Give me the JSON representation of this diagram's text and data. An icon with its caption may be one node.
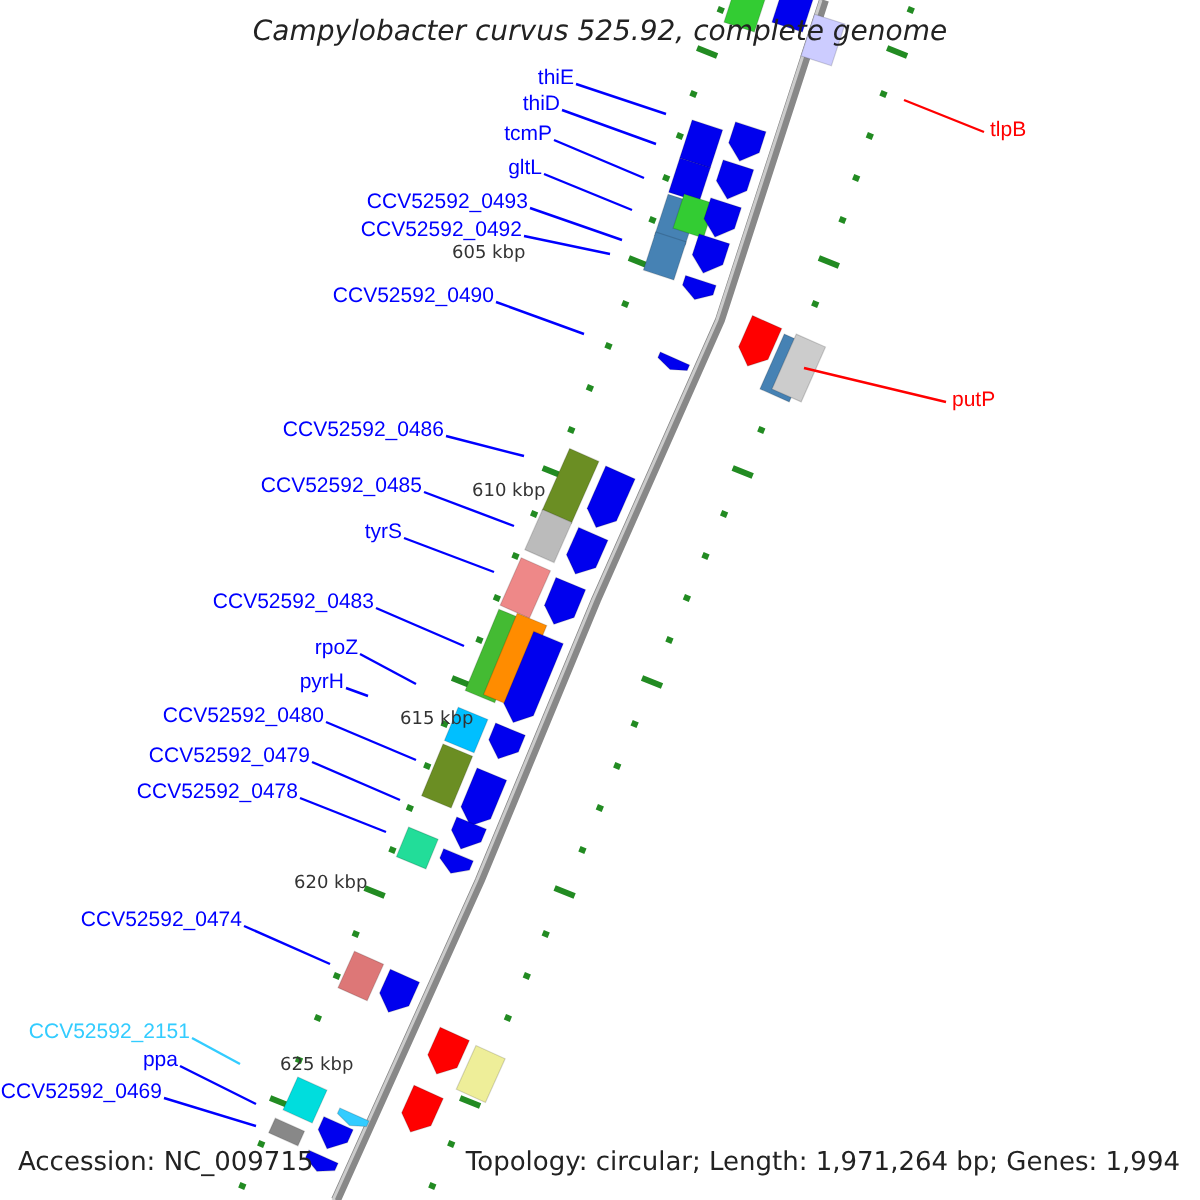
{
  "diagram": {
    "title": "Campylobacter curvus 525.92, complete genome",
    "nodes": [
      {
        "text": [
          "thiE"
        ]
      },
      {
        "text": [
          "thiD"
        ]
      },
      {
        "text": [
          "tcmP"
        ]
      },
      {
        "text": [
          "gltL"
        ]
      },
      {
        "text": [
          "CCV52592_0493"
        ]
      },
      {
        "text": [
          "CCV52592_0492"
        ]
      },
      {
        "text": [
          "tlpB"
        ]
      },
      {
        "text": [
          "CCV52592_0490"
        ]
      },
      {
        "text": [
          "putP"
        ]
      },
      {
        "text": [
          "CCV52592_0486"
        ]
      },
      {
        "text": [
          "CCV52592_0485"
        ]
      },
      {
        "text": [
          "tyrS"
        ]
      },
      {
        "text": [
          "CCV52592_0483"
        ]
      },
      {
        "text": [
          "rpoZ"
        ]
      },
      {
        "text": [
          "pyrH"
        ]
      },
      {
        "text": [
          "CCV52592_0480"
        ]
      },
      {
        "text": [
          "CCV52592_0479"
        ]
      },
      {
        "text": [
          "CCV52592_0478"
        ]
      },
      {
        "text": [
          "CCV52592_0474"
        ]
      },
      {
        "text": [
          "CCV52592_2151"
        ]
      },
      {
        "text": [
          "ppa"
        ]
      },
      {
        "text": [
          "CCV52592_0469"
        ]
      }
    ],
    "edges": [
      {
        "from": 0,
        "to": null,
        "arrow": "none"
      },
      {
        "from": 1,
        "to": null,
        "arrow": "none"
      },
      {
        "from": 2,
        "to": null,
        "arrow": "none"
      },
      {
        "from": 3,
        "to": null,
        "arrow": "none"
      },
      {
        "from": 4,
        "to": null,
        "arrow": "none"
      },
      {
        "from": 5,
        "to": null,
        "arrow": "none"
      },
      {
        "from": 6,
        "to": null,
        "arrow": "none",
        "color": "#ff0000"
      },
      {
        "from": 7,
        "to": null,
        "arrow": "none"
      },
      {
        "from": 8,
        "to": null,
        "arrow": "none",
        "color": "#ff0000"
      },
      {
        "from": 9,
        "to": null,
        "arrow": "none"
      },
      {
        "from": 10,
        "to": null,
        "arrow": "none"
      },
      {
        "from": 11,
        "to": null,
        "arrow": "none"
      },
      {
        "from": 12,
        "to": null,
        "arrow": "none"
      },
      {
        "from": 13,
        "to": null,
        "arrow": "none"
      },
      {
        "from": 14,
        "to": null,
        "arrow": "none"
      },
      {
        "from": 15,
        "to": null,
        "arrow": "none"
      },
      {
        "from": 16,
        "to": null,
        "arrow": "none"
      },
      {
        "from": 17,
        "to": null,
        "arrow": "none"
      },
      {
        "from": 18,
        "to": null,
        "arrow": "none"
      },
      {
        "from": 19,
        "to": null,
        "arrow": "none",
        "color": "#33ccff"
      },
      {
        "from": 20,
        "to": null,
        "arrow": "none"
      },
      {
        "from": 21,
        "to": null,
        "arrow": "none"
      }
    ],
    "labels": [
      "605 kbp",
      "610 kbp",
      "615 kbp",
      "620 kbp",
      "625 kbp",
      "Accession: NC_009715",
      "Topology: circular; Length: 1,971,264 bp; Genes: 1,994"
    ]
  }
}
